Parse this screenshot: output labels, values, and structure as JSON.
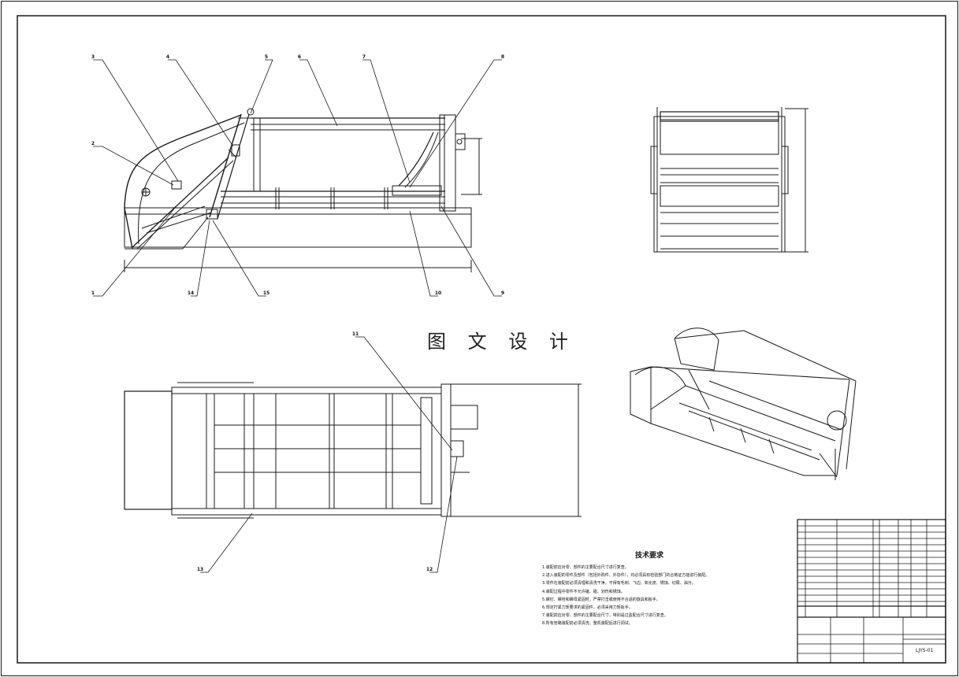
{
  "watermark": "图 文 设 计",
  "balloons": {
    "b1": "1",
    "b2": "2",
    "b3": "3",
    "b4": "4",
    "b5": "5",
    "b6": "6",
    "b7": "7",
    "b8": "8",
    "b9": "9",
    "b10": "10",
    "b11": "11",
    "b12": "12",
    "b13": "13",
    "b14": "14",
    "b15": "15"
  },
  "technical_requirements": {
    "title": "技术要求",
    "items": [
      "1.装配前应对零、部件的主要配合尺寸进行复查。",
      "2.进入装配的零件及部件（包括外购件、外协件），均必须具有检验部门的合格证方能进行装配。",
      "3.零件在装配前必须清理和清洗干净，不得有毛刺、飞边、氧化皮、锈蚀、切屑、油污。",
      "4.装配过程中零件不允许磕、碰、划伤和锈蚀。",
      "5.螺钉、螺栓和螺母紧固时，严禁打击或使用不合适的旋具和扳手。",
      "6.规定拧紧力矩要求的紧固件，必须采用力矩扳手。",
      "7.装配前应对零、部件的主要配合尺寸，特别是过盈配合尺寸进行复查。",
      "8.所有管路装配前必须清洗，整机装配后进行调试。"
    ]
  },
  "title_block": {
    "drawing_code": "LJYS-01"
  },
  "colors": {
    "line": "#1a1a1a",
    "paper": "#ffffff"
  }
}
